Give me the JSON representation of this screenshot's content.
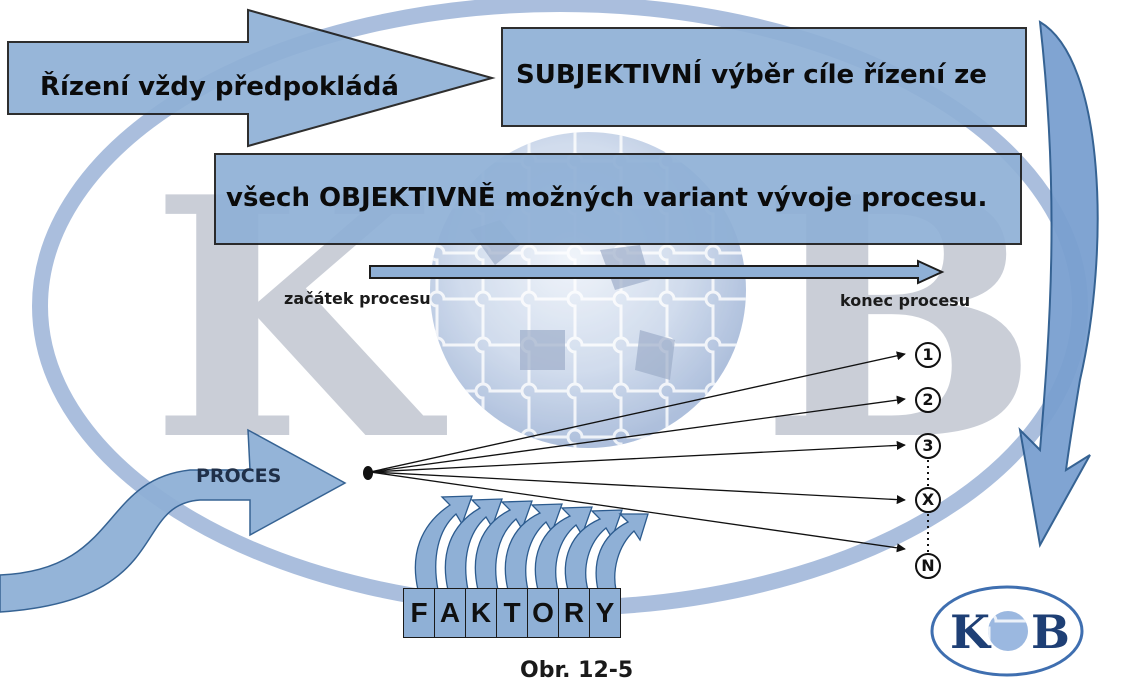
{
  "diagram": {
    "headline": "Řízení vždy předpokládá",
    "box1": "SUBJEKTIVNÍ výběr cíle řízení ze",
    "box2": "všech OBJEKTIVNĚ možných variant vývoje procesu.",
    "timeline": {
      "start": "začátek procesu",
      "end": "konec procesu"
    },
    "process_label": "PROCES",
    "factors_letters": [
      "F",
      "A",
      "K",
      "T",
      "O",
      "R",
      "Y"
    ],
    "outcomes": [
      "1",
      "2",
      "3",
      "X",
      "N"
    ],
    "caption": "Obr. 12-5",
    "watermark_letters": [
      "K",
      "B"
    ],
    "logo": "KOB",
    "colors": {
      "arrow_fill": "#8fb0d6",
      "arrow_stroke": "#2c5b8e",
      "box_fill": "#8fb0d6",
      "watermark": "#8ea2c6",
      "ring": "#6f8fc3"
    }
  }
}
